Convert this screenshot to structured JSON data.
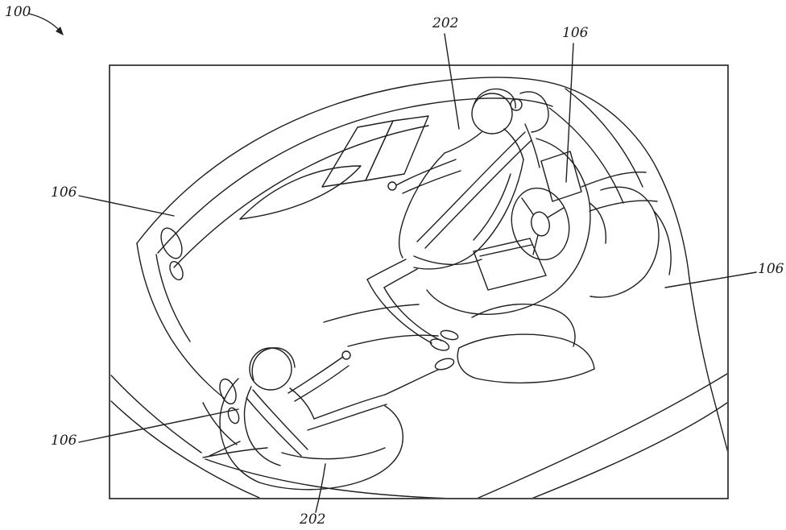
{
  "figure": {
    "labels": {
      "ref_100": "100",
      "l202_top": "202",
      "l106_topright": "106",
      "l106_left": "106",
      "l106_right": "106",
      "l106_bottomleft": "106",
      "l202_bottom": "202"
    },
    "colors": {
      "line": "#1e1e1e",
      "background": "#ffffff"
    },
    "description": "Patent-style line drawing of an autonomous vehicle interior with two occupants, reclined seats, steering wheel and portable device"
  }
}
